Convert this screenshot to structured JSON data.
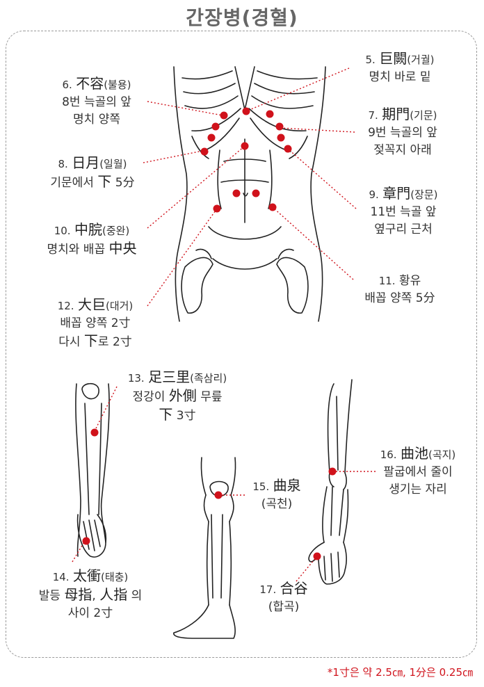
{
  "title": "간장병(경혈)",
  "accent_color": "#d0121b",
  "footnote": "*1寸은 약 2.5㎝, 1分은 0.25㎝",
  "points": {
    "p5": {
      "num": "5.",
      "hanja": "巨闕",
      "kor": "(거궐)",
      "desc1": "명치 바로 밑"
    },
    "p6": {
      "num": "6.",
      "hanja": "不容",
      "kor": "(불용)",
      "desc1": "8번 늑골의 앞",
      "desc2": "명치 양쪽"
    },
    "p7": {
      "num": "7.",
      "hanja": "期門",
      "kor": "(기문)",
      "desc1": "9번 늑골의 앞",
      "desc2": "젖꼭지 아래"
    },
    "p8": {
      "num": "8.",
      "hanja": "日月",
      "kor": "(일월)",
      "desc1": "기문에서",
      "desc_b": "下",
      "desc_c": "5分"
    },
    "p9": {
      "num": "9.",
      "hanja": "章門",
      "kor": "(장문)",
      "desc1": "11번 늑골 앞",
      "desc2": "옆구리 근처"
    },
    "p10": {
      "num": "10.",
      "hanja": "中脘",
      "kor": "(중완)",
      "desc1": "명치와 배꼽",
      "desc_b": "中央"
    },
    "p11": {
      "num": "11.",
      "name": "황유",
      "desc1": "배꼽 양쪽 5分"
    },
    "p12": {
      "num": "12.",
      "hanja": "大巨",
      "kor": "(대거)",
      "desc1": "배꼽 양쪽 2寸",
      "desc2a": "다시",
      "desc2b": "下",
      "desc2c": "로 2寸"
    },
    "p13": {
      "num": "13.",
      "hanja": "足三里",
      "kor": "(족삼리)",
      "desc1a": "정강이",
      "desc1b": "外側",
      "desc1c": "무릎",
      "desc2a": "下",
      "desc2b": "3寸"
    },
    "p14": {
      "num": "14.",
      "hanja": "太衝",
      "kor": "(태충)",
      "desc1a": "발등",
      "desc1b": "母指",
      "desc1c": ",",
      "desc1d": "人指",
      "desc1e": "의",
      "desc2": "사이 2寸"
    },
    "p15": {
      "num": "15.",
      "hanja": "曲泉",
      "kor": "(곡천)"
    },
    "p16": {
      "num": "16.",
      "hanja": "曲池",
      "kor": "(곡지)",
      "desc1": "팔굽에서 줄이",
      "desc2": "생기는 자리"
    },
    "p17": {
      "num": "17.",
      "hanja": "合谷",
      "kor": "(합곡)"
    }
  }
}
